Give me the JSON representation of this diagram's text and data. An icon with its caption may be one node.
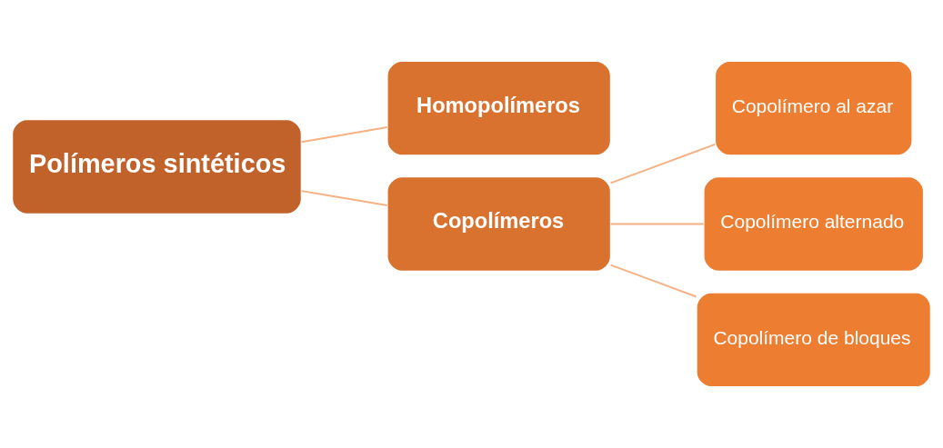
{
  "diagram": {
    "nodes": [
      {
        "text": [
          "Polímeros sintéticos"
        ]
      },
      {
        "text": [
          "Homopolímeros"
        ]
      },
      {
        "text": [
          "Copolímeros"
        ]
      },
      {
        "text": [
          "Copolímero al azar"
        ]
      },
      {
        "text": [
          "Copolímero alternado"
        ]
      },
      {
        "text": [
          "Copolímero de bloques"
        ]
      }
    ],
    "edges": [
      {
        "from": 0,
        "to": 1,
        "arrow": "none"
      },
      {
        "from": 0,
        "to": 2,
        "arrow": "none"
      },
      {
        "from": 2,
        "to": 3,
        "arrow": "none"
      },
      {
        "from": 2,
        "to": 4,
        "arrow": "none"
      },
      {
        "from": 2,
        "to": 5,
        "arrow": "none"
      }
    ]
  }
}
